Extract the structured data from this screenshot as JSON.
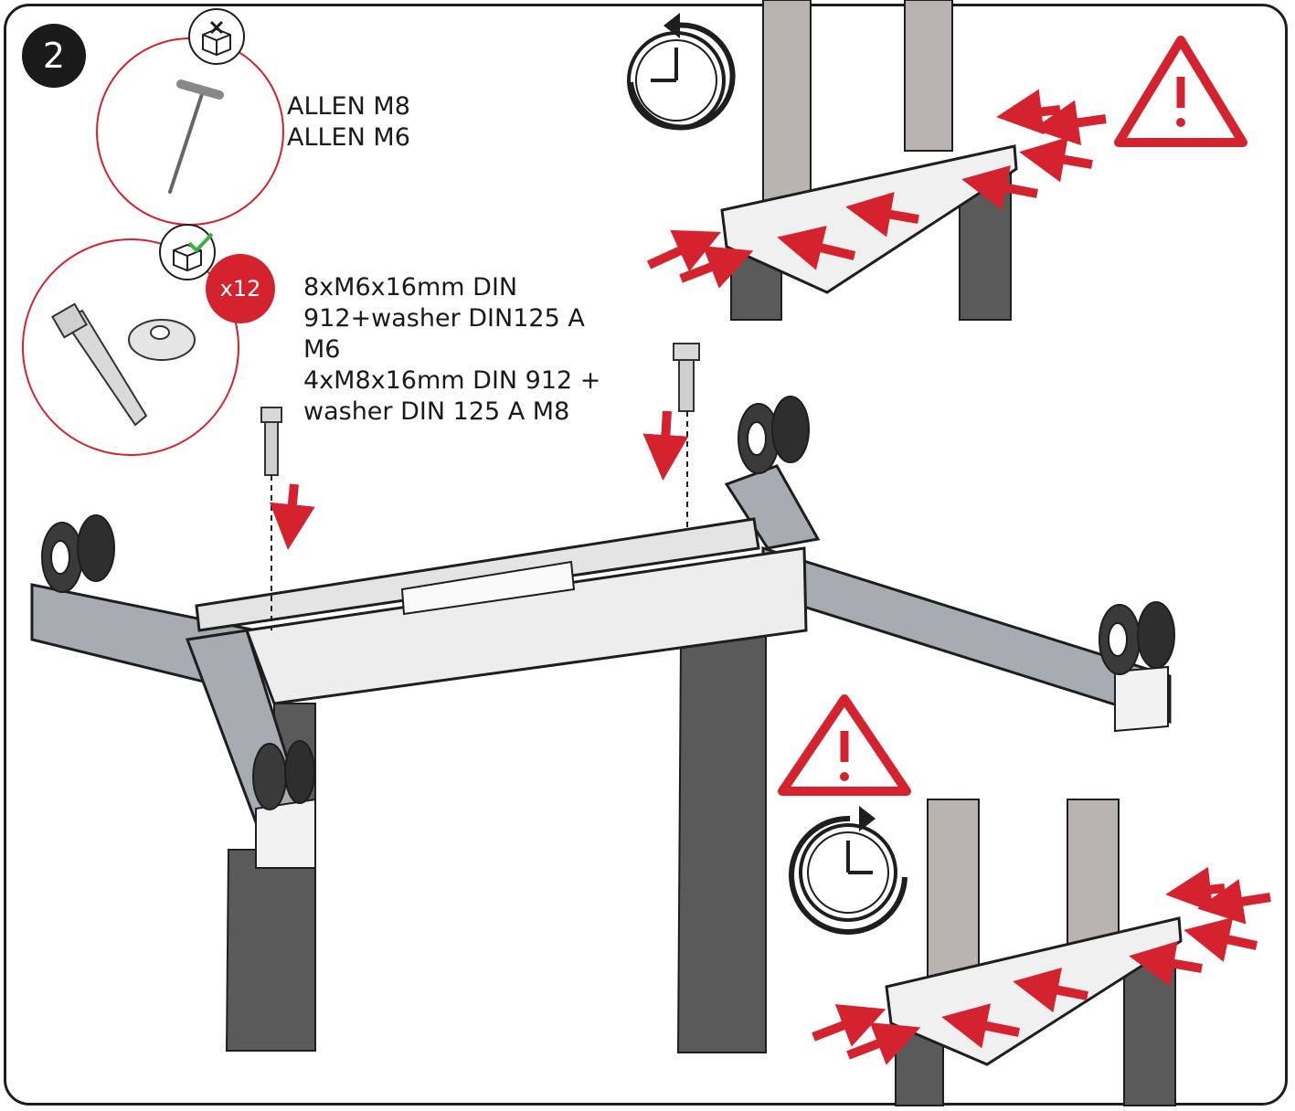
{
  "step": {
    "number": "2"
  },
  "tools": {
    "line1": "ALLEN M8",
    "line2": "ALLEN M6",
    "icon": "allen-key-icon",
    "status_icon": "box-not-included-icon"
  },
  "hardware": {
    "quantity": "x12",
    "line1": "8xM6x16mm DIN",
    "line2": "912+washer DIN125 A",
    "line3": "M6",
    "line4": "4xM8x16mm DIN 912 +",
    "line5": "washer DIN 125 A M8",
    "icon": "bolt-and-washer-icon",
    "status_icon": "box-included-icon"
  },
  "colors": {
    "accent": "#d4232e",
    "frame": "#1e1e1e",
    "leg": "#5a5a5a",
    "base": "#a7acb3",
    "beam": "#ededed"
  }
}
